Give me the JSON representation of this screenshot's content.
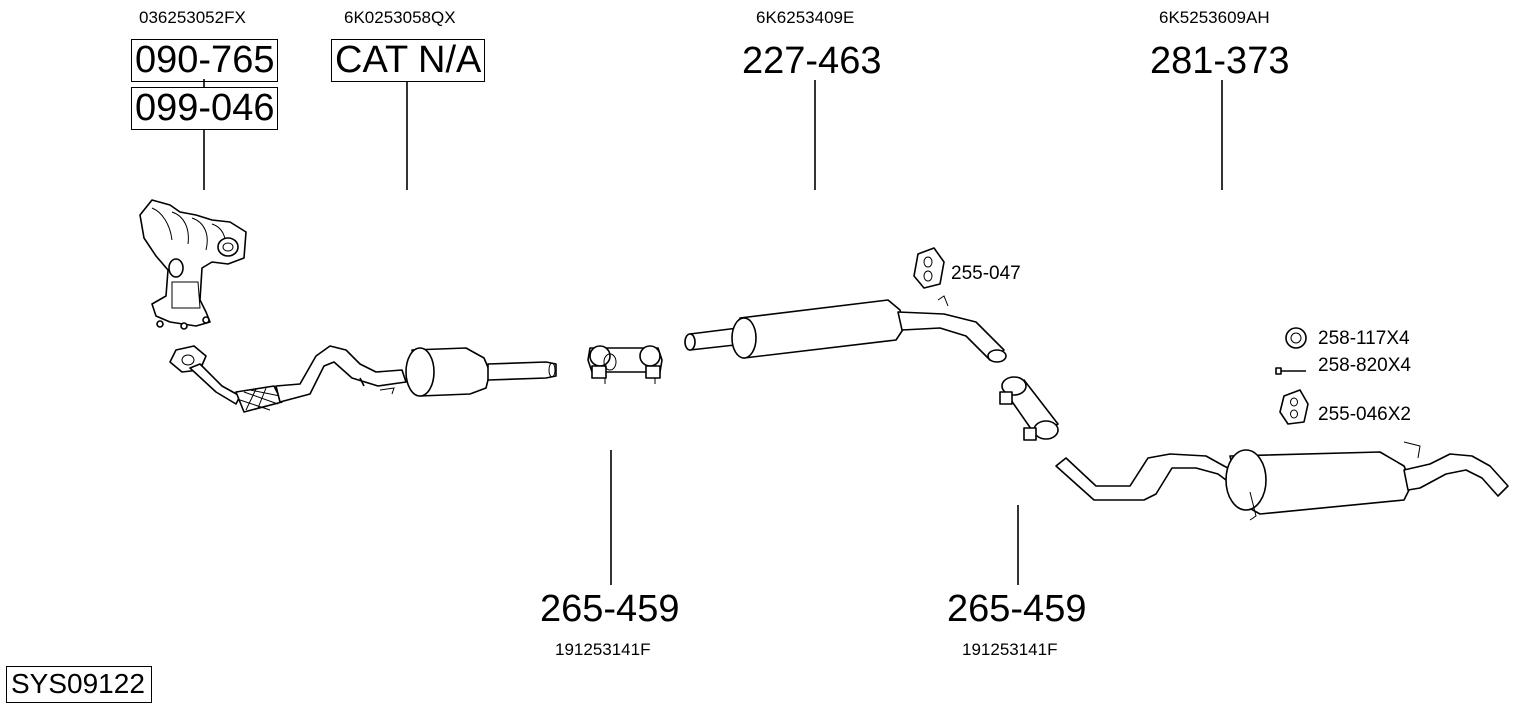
{
  "system": "SYS09122",
  "top_parts": [
    {
      "oem": "036253052FX",
      "numbers": [
        "090-765",
        "099-046"
      ]
    },
    {
      "oem": "6K0253058QX",
      "numbers": [
        "CAT N/A"
      ]
    },
    {
      "oem": "6K6253409E",
      "numbers": [
        "227-463"
      ]
    },
    {
      "oem": "6K5253609AH",
      "numbers": [
        "281-373"
      ]
    }
  ],
  "bottom_parts": [
    {
      "number": "265-459",
      "oem": "191253141F"
    },
    {
      "number": "265-459",
      "oem": "191253141F"
    }
  ],
  "accessories": [
    "255-047",
    "258-117X4",
    "258-820X4",
    "255-046X2"
  ]
}
